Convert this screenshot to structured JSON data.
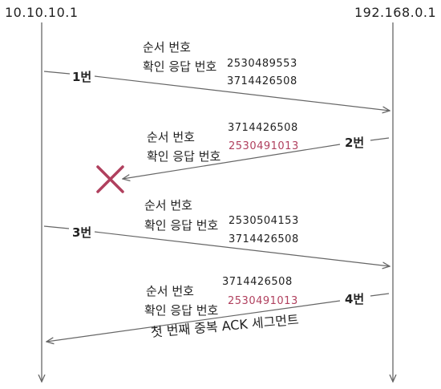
{
  "hosts": {
    "left": "10.10.10.1",
    "right": "192.168.0.1"
  },
  "labels": {
    "seq": "순서 번호",
    "ack": "확인 응답 번호"
  },
  "segments": [
    {
      "id": "1번",
      "direction": "right",
      "seq": "2530489553",
      "ack": "3714426508",
      "lost": false
    },
    {
      "id": "2번",
      "direction": "left",
      "seq": "3714426508",
      "ack": "2530491013",
      "lost": true
    },
    {
      "id": "3번",
      "direction": "right",
      "seq": "2530504153",
      "ack": "3714426508",
      "lost": false
    },
    {
      "id": "4번",
      "direction": "left",
      "seq": "3714426508",
      "ack": "2530491013",
      "lost": false
    }
  ],
  "note": "첫 번째 중복 ACK 세그먼트",
  "colors": {
    "line": "#666666",
    "highlight": "#b0405e"
  }
}
